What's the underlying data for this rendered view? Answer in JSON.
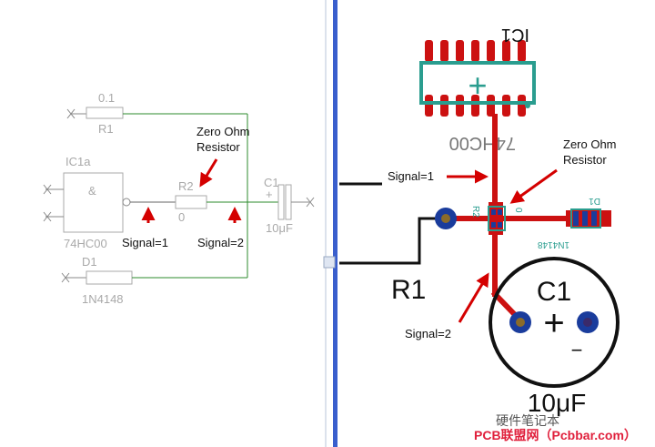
{
  "left_schematic": {
    "r1_value": "0.1",
    "r1_ref": "R1",
    "ic_ref": "IC1a",
    "ic_gate_symbol": "&",
    "ic_part": "74HC00",
    "r2_ref": "R2",
    "r2_value": "0",
    "cap_plus": "+",
    "cap_ref_partial": "C1",
    "cap_value": "10μF",
    "d1_ref": "D1",
    "d1_part": "1N4148",
    "annotation_zero_ohm": "Zero Ohm\nResistor",
    "annotation_signal1": "Signal=1",
    "annotation_signal2": "Signal=2",
    "colors": {
      "wire": "#2e8b2e",
      "component": "#a9a9a9",
      "arrow": "#d40000"
    }
  },
  "right_pcb": {
    "ic_ref": "IC1",
    "ic_part": "74HC00",
    "ic_pin1_symbol": "+",
    "r1_label": "R1",
    "r2_small": "R2",
    "r2_small_value": "0",
    "d1_ref": "D1",
    "d1_part": "1N4148",
    "c1_ref": "C1",
    "c1_plus": "+",
    "c1_minus": "−",
    "c1_value": "10μF",
    "annotation_zero_ohm": "Zero Ohm\nResistor",
    "annotation_signal1": "Signal=1",
    "annotation_signal2": "Signal=2",
    "colors": {
      "trace": "#cc1111",
      "pad": "#1a3c9c",
      "silkscreen": "#2a9d8f",
      "divider": "#3a5fcd"
    }
  },
  "watermark": {
    "brand": "PCB联盟网（Pcbbar.com）",
    "note": "硬件笔记本",
    "color": "#e0203c"
  }
}
